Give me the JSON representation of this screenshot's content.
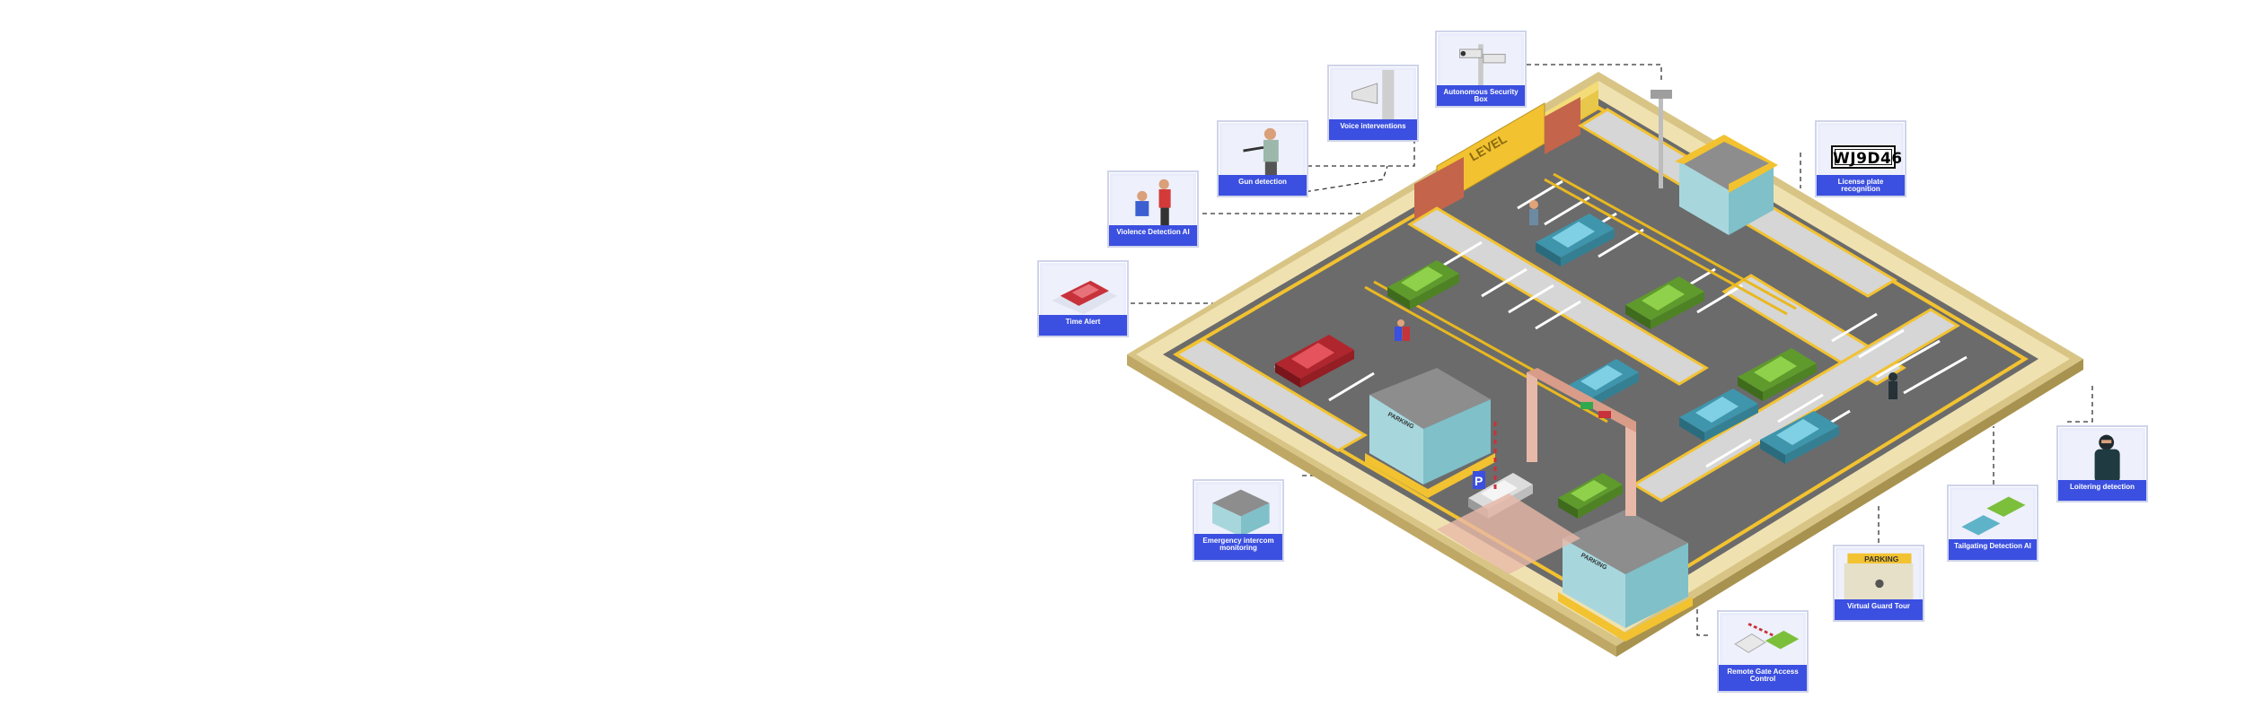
{
  "features": {
    "autonomous_security_box": "Autonomous Security Box",
    "voice_interventions": "Voice interventions",
    "gun_detection": "Gun detection",
    "violence_detection": "Violence Detection AI",
    "time_alert": "Time Alert",
    "license_plate_recognition": "License plate recognition",
    "loitering_detection": "Loitering detection",
    "tailgating_detection": "Tailgating Detection AI",
    "virtual_guard_tour": "Virtual Guard Tour",
    "remote_gate_access": "Remote Gate Access Control",
    "emergency_intercom": "Emergency intercom monitoring"
  },
  "license_plate": "WJ9D46",
  "level_sign": "LEVEL",
  "parking_sign": "P",
  "booth_sign": "PARKING",
  "colors": {
    "label_bg": "#3b4fe0",
    "card_bg": "#e9ecfb",
    "asphalt": "#6b6b6b",
    "curb": "#f2c230",
    "wall": "#e8d9a6",
    "car_green": "#7bbf3b",
    "car_teal": "#5fb3c9",
    "car_red": "#c8323a"
  }
}
